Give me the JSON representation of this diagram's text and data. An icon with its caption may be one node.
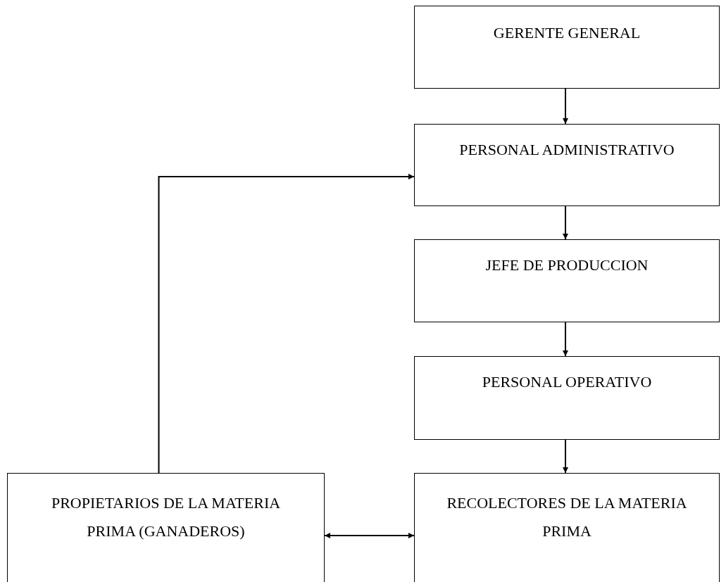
{
  "diagram": {
    "nodes": [
      {
        "text": [
          "GERENTE GENERAL"
        ]
      },
      {
        "text": [
          "PERSONAL ADMINISTRATIVO"
        ]
      },
      {
        "text": [
          "JEFE DE PRODUCCION"
        ]
      },
      {
        "text": [
          "PERSONAL OPERATIVO"
        ]
      },
      {
        "text": [
          "PROPIETARIOS DE LA MATERIA PRIMA (GANADEROS)"
        ]
      },
      {
        "text": [
          "RECOLECTORES DE LA MATERIA PRIMA"
        ]
      }
    ],
    "edges": [
      {
        "from": 0,
        "to": 1,
        "arrow": "to"
      },
      {
        "from": 1,
        "to": 2,
        "arrow": "to"
      },
      {
        "from": 2,
        "to": 3,
        "arrow": "to"
      },
      {
        "from": 3,
        "to": 5,
        "arrow": "to"
      },
      {
        "from": 4,
        "to": 1,
        "arrow": "to"
      },
      {
        "from": 4,
        "to": 5,
        "arrow": "both"
      }
    ]
  }
}
